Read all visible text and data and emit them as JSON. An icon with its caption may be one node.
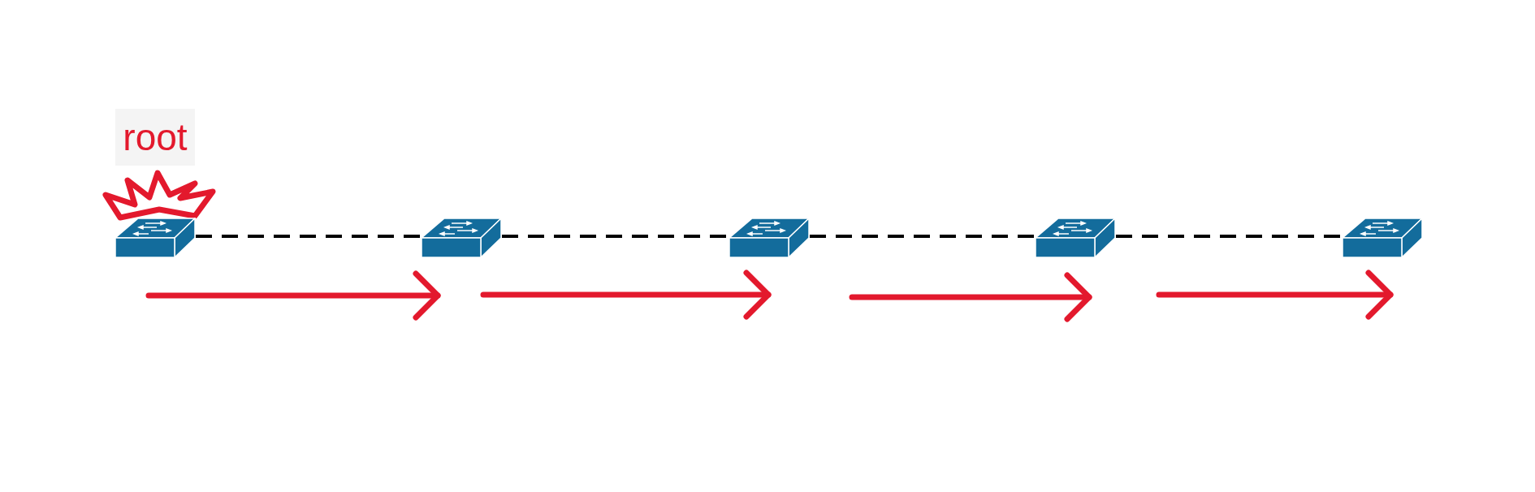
{
  "diagram": {
    "nodes": [
      {
        "text": [],
        "shape": "picture"
      },
      {
        "text": [],
        "shape": "picture"
      },
      {
        "text": [],
        "shape": "picture"
      },
      {
        "text": [],
        "shape": "picture"
      },
      {
        "text": [],
        "shape": "picture"
      }
    ],
    "edges": [
      {
        "from": 0,
        "to": 1,
        "arrow": "none",
        "style": "dashed"
      },
      {
        "from": 1,
        "to": 2,
        "arrow": "none",
        "style": "dashed"
      },
      {
        "from": 2,
        "to": 3,
        "arrow": "none",
        "style": "dashed"
      },
      {
        "from": 3,
        "to": 4,
        "arrow": "none",
        "style": "dashed"
      }
    ],
    "labels": [
      "root"
    ]
  }
}
